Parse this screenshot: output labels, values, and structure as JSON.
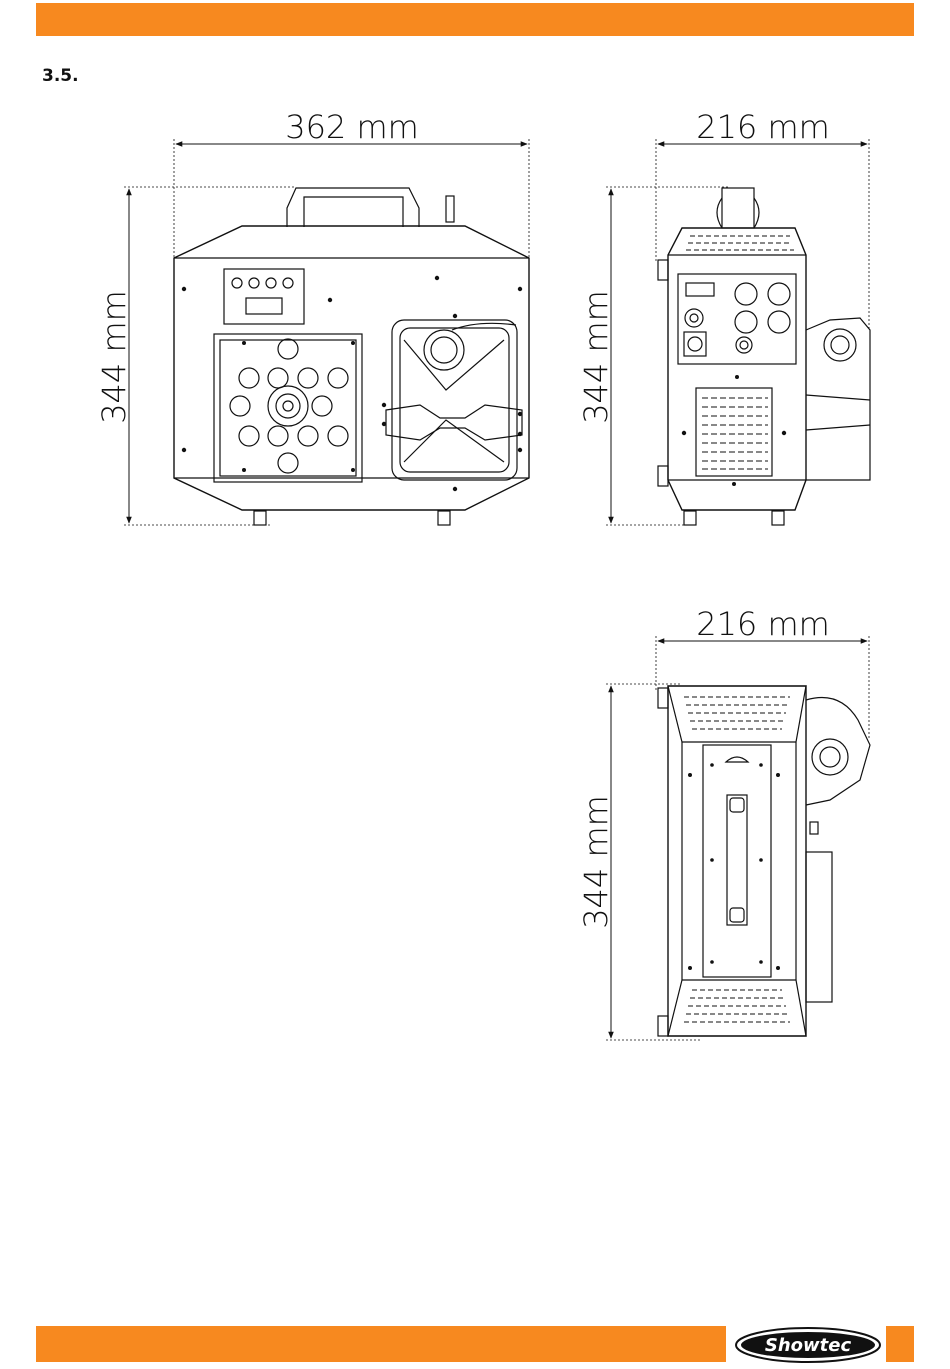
{
  "section": {
    "number": "3.5."
  },
  "front_view": {
    "width_label": "362 mm",
    "height_label": "344 mm"
  },
  "side_view": {
    "width_label": "216 mm",
    "height_label": "344 mm"
  },
  "other_side_view": {
    "width_label": "216 mm",
    "height_label": "344 mm"
  },
  "brand": {
    "logo": "Showtec",
    "accent_color": "#F7891F",
    "logo_icon": "showtec-logo"
  }
}
